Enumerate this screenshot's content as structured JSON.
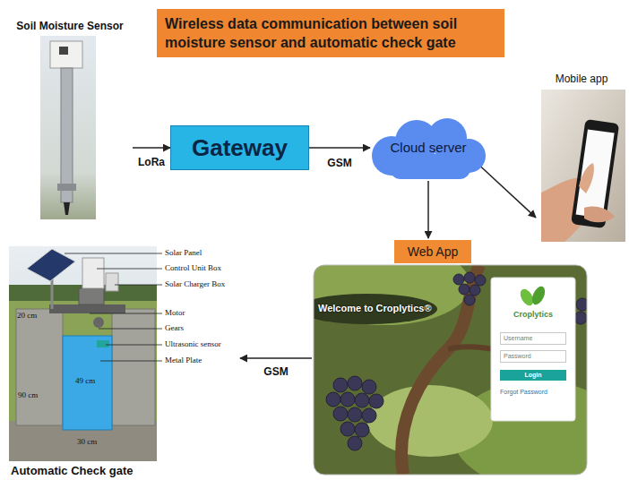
{
  "diagram": {
    "title": "Wireless data communication between soil moisture sensor and automatic check gate",
    "nodes": [
      {
        "text": [
          "Soil Moisture Sensor"
        ]
      },
      {
        "text": [
          "Gateway"
        ]
      },
      {
        "text": [
          "Cloud server"
        ]
      },
      {
        "text": [
          "Mobile app"
        ]
      },
      {
        "text": [
          "Web App",
          "Welcome to Croplytics®"
        ]
      },
      {
        "text": [
          "Croplytics",
          "Username",
          "Password",
          "Login",
          "Forgot Password"
        ],
        "in": 4
      },
      {
        "text": [
          "Automatic Check gate"
        ]
      }
    ],
    "edges": [
      {
        "from": 0,
        "to": 1,
        "label": "LoRa",
        "arrow": "to"
      },
      {
        "from": 1,
        "to": 2,
        "label": "GSM",
        "arrow": "to"
      },
      {
        "from": 2,
        "to": 3,
        "arrow": "to"
      },
      {
        "from": 2,
        "to": 4,
        "arrow": "to"
      },
      {
        "from": 4,
        "to": 6,
        "label": "GSM",
        "arrow": "to"
      }
    ],
    "labels": [
      "Solar Panel",
      "Control Unit Box",
      "Solar Charger Box",
      "Motor",
      "Gears",
      "Ultrasonic sensor",
      "Metal Plate",
      "20 cm",
      "90 cm",
      "49 cm",
      "30 cm"
    ]
  }
}
